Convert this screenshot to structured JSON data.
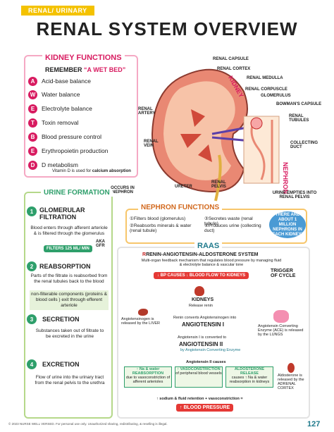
{
  "header": {
    "tag": "RENAL/ URINARY",
    "title": "RENAL SYSTEM OVERVIEW"
  },
  "kidney_functions": {
    "title": "KIDNEY FUNCTIONS",
    "remember": "REMEMBER",
    "mnemonic": "“A WET BED”",
    "items": [
      {
        "letter": "A",
        "text": "Acid-base balance"
      },
      {
        "letter": "W",
        "text": "Water balance"
      },
      {
        "letter": "E",
        "text": "Electrolyte balance"
      },
      {
        "letter": "T",
        "text": "Toxin removal"
      },
      {
        "letter": "B",
        "text": "Blood pressure control"
      },
      {
        "letter": "E",
        "text": "Erythropoietin production"
      },
      {
        "letter": "D",
        "text": "D metabolism"
      }
    ],
    "note": "Vitamin D is used for",
    "note_bold": "calcium absorption"
  },
  "kidney_diagram": {
    "renal_capsule": "RENAL CAPSULE",
    "renal_cortex": "RENAL CORTEX",
    "renal_medulla": "RENAL MEDULLA",
    "renal_corpuscle": "RENAL CORPUSCLE",
    "glomerulus": "GLOMERULUS",
    "bowmans": "BOWMAN'S CAPSULE",
    "renal_tubules": "RENAL TUBULES",
    "renal_artery": "RENAL ARTERY",
    "renal_vein": "RENAL VEIN",
    "kidney": "KIDNEY",
    "collecting_duct": "COLLECTING DUCT",
    "nephron": "NEPHRON",
    "ureter": "URETER",
    "renal_pelvis": "RENAL PELVIS",
    "urine_empties": "URINE EMPTIES INTO RENAL PELVIS",
    "occurs_in": "OCCURS IN NEPHRON"
  },
  "urine_formation": {
    "title": "URINE FORMATION",
    "steps": [
      {
        "num": "1",
        "heading": "GLOMERULAR FILTRATION",
        "text": "Blood enters through afferent arteriole & is filtered through the glomerulus",
        "pill": "FILTERS 125 ML/ MIN",
        "aka": "AKA GFR"
      },
      {
        "num": "2",
        "heading": "REABSORPTION",
        "text": "Parts of the filtrate is reabsorbed from the renal tubules back to the blood",
        "text2": "non-filterable components (proteins & blood cells ) exit through efferent arteriole"
      },
      {
        "num": "3",
        "heading": "SECRETION",
        "text": "Substances taken out of filtrate to be excreted in the urine"
      },
      {
        "num": "4",
        "heading": "EXCRETION",
        "text": "Flow of urine into the urinary tract from the renal pelvis to the urethra"
      }
    ]
  },
  "nephron_functions": {
    "title": "NEPHRON FUNCTIONS",
    "items": [
      "①Filters blood (glomerulus)",
      "②Reabsorbs minerals & water (renal tubule)",
      "③Secretes waste (renal tubule)",
      "④Produces urine (collecting duct)"
    ],
    "blob": "THERE ARE ABOUT 1 MILLION NEPHRONS IN EACH KIDNEY!"
  },
  "raas": {
    "title": "RAAS",
    "subtitle_r": "R",
    "subtitle": "RENIN-ANGIOTENSIN-ALDOSTERONE SYSTEM",
    "desc": "Multi-organ feedback mechanism that regulates blood pressure by managing fluid & electrolyte balance & vascular tone",
    "trigger_pill": "↓ BP CAUSES ↓ BLOOD FLOW TO KIDNEYS",
    "trigger": "TRIGGER OF CYCLE",
    "kidneys": "KIDNEYS",
    "release_renin": "Release renin",
    "angiotensinogen": "Angiotensinogen is released by the LIVER",
    "renin_converts": "Renin converts Angiotensinogen into",
    "angio1": "ANGIOTENSIN I",
    "angio1_conv": "Angiotensin I is converted to",
    "angio2": "ANGIOTENSIN II",
    "by_ace": "by Angiotensin Converting Enzyme",
    "ace": "Angiotensin Converting Enzyme (ACE) is released by the LUNGS",
    "causes": "Angiotensin II causes",
    "box1_title": "↑ Na & water REABSORPTION",
    "box1": "due to vasoconstriction of afferent arterioles",
    "box2_title": "↑ VASOCONSTRICTION",
    "box2": "of peripheral blood vessels",
    "box3_title": "ALDOSTERONE RELEASE",
    "box3": "causes ↑ Na & water reabsorption in kidneys",
    "adrenal": "Aldosterone is released by the ADRENAL CORTEX",
    "summary": "↑ sodium & fluid retention + vasoconstriction =",
    "result": "↑ BLOOD PRESSURE"
  },
  "footer": {
    "copyright": "© 2023 NURSE WELL VERSED. For personal use only. Unauthorized sharing, redistributing, & reselling is illegal.",
    "page": "127"
  }
}
